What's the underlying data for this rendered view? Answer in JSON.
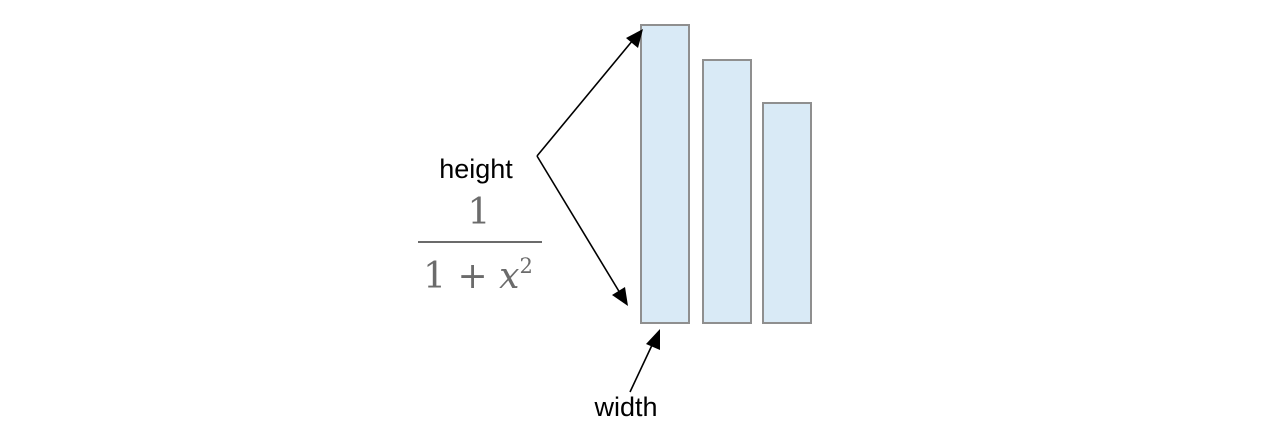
{
  "labels": {
    "height": "height",
    "width": "width"
  },
  "formula": {
    "numerator": "1",
    "denominator_lead": "1 + ",
    "denominator_var": "x",
    "denominator_exp": "2"
  },
  "colors": {
    "bar_fill": "#d9eaf6",
    "bar_stroke": "#8f8f8f",
    "formula_text": "#6b6b6b",
    "arrow": "#000000"
  }
}
